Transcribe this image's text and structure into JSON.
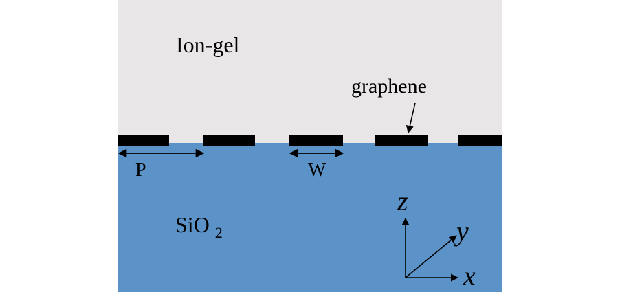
{
  "labels": {
    "top_material": "Ion-gel",
    "strip_label": "graphene",
    "period": "P",
    "width": "W",
    "substrate_base": "SiO",
    "substrate_subscript": "2"
  },
  "axes": {
    "z": "z",
    "y": "y",
    "x": "x"
  },
  "colors": {
    "ion_gel": "#e8e6e6",
    "substrate": "#5b93c8",
    "graphene": "#000000",
    "background": "#ffffff"
  }
}
